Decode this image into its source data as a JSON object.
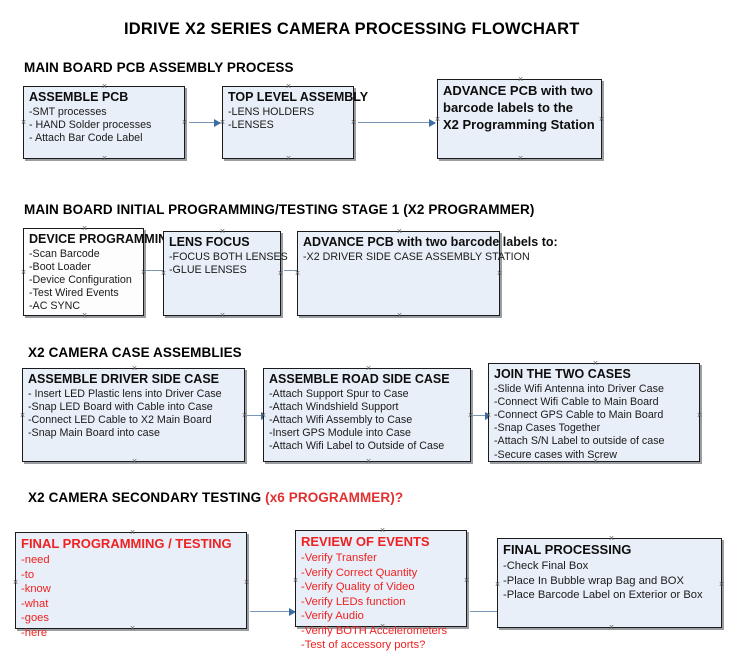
{
  "document": {
    "title": "IDRIVE X2  SERIES CAMERA PROCESSING FLOWCHART"
  },
  "sections": [
    {
      "id": "main-board-pcb-assembly",
      "title": "MAIN BOARD PCB ASSEMBLY PROCESS",
      "title_accent": "",
      "nodes": [
        {
          "id": "assemble-pcb",
          "header": "ASSEMBLE PCB",
          "lines": [
            "-SMT processes",
            "- HAND Solder processes",
            "- Attach Bar Code Label"
          ],
          "style": "fill"
        },
        {
          "id": "top-level-assembly",
          "header": "TOP LEVEL ASSEMBLY",
          "lines": [
            "-LENS HOLDERS",
            "-LENSES"
          ],
          "style": "fill"
        },
        {
          "id": "advance-pcb-to-x2-programming-station",
          "header": "ADVANCE PCB with two",
          "lines": [
            "barcode labels to the",
            " X2 Programming Station"
          ],
          "style": "fill"
        }
      ]
    },
    {
      "id": "main-board-initial-programming",
      "title": "MAIN BOARD INITIAL PROGRAMMING/TESTING STAGE 1 (X2 PROGRAMMER)",
      "title_accent": "",
      "nodes": [
        {
          "id": "device-programming",
          "header": "DEVICE PROGRAMMING",
          "lines": [
            "-Scan Barcode",
            "-Boot Loader",
            "-Device Configuration",
            "-Test Wired Events",
            "-AC SYNC"
          ],
          "style": "plain"
        },
        {
          "id": "lens-focus",
          "header": "LENS FOCUS",
          "lines": [
            "-FOCUS BOTH LENSES",
            "-GLUE LENSES"
          ],
          "style": "fill"
        },
        {
          "id": "advance-pcb-to-driver-side-case",
          "header": "ADVANCE PCB with two barcode labels to:",
          "lines": [
            "-X2 DRIVER  SIDE  CASE  ASSEMBLY STATION"
          ],
          "style": "fill"
        }
      ]
    },
    {
      "id": "x2-camera-case-assemblies",
      "title": "X2 CAMERA CASE ASSEMBLIES",
      "title_accent": "",
      "nodes": [
        {
          "id": "assemble-driver-side-case",
          "header": "ASSEMBLE DRIVER SIDE CASE",
          "lines": [
            "- Insert LED Plastic lens into Driver Case",
            "-Snap LED Board with Cable into Case",
            "-Connect LED Cable to X2 Main Board",
            "-Snap Main Board into case"
          ],
          "style": "fill"
        },
        {
          "id": "assemble-road-side-case",
          "header": "ASSEMBLE ROAD SIDE CASE",
          "lines": [
            "-Attach Support Spur to Case",
            "-Attach Windshield Support",
            "-Attach Wifi Assembly to Case",
            "-Insert GPS Module into Case",
            "-Attach Wifi Label to Outside of Case"
          ],
          "style": "fill"
        },
        {
          "id": "join-the-two-cases",
          "header": "JOIN THE TWO CASES",
          "lines": [
            "-Slide Wifi Antenna into Driver Case",
            "-Connect Wifi Cable to Main Board",
            "-Connect GPS Cable to Main Board",
            "-Snap Cases Together",
            "-Attach S/N Label to outside of case",
            "-Secure cases with Screw"
          ],
          "style": "fill"
        }
      ]
    },
    {
      "id": "x2-camera-secondary-testing",
      "title": "X2 CAMERA SECONDARY TESTING ",
      "title_accent": "(x6 PROGRAMMER)?",
      "nodes": [
        {
          "id": "final-programming-testing",
          "header": "FINAL PROGRAMMING / TESTING",
          "lines": [
            "-need",
            "-to",
            "-know",
            "-what",
            "-goes",
            "-here"
          ],
          "style": "red"
        },
        {
          "id": "review-of-events",
          "header": "REVIEW OF EVENTS",
          "lines": [
            "-Verify Transfer",
            "-Verify Correct Quantity",
            "-Verify Quality of Video",
            "-Verify LEDs function",
            "-Verify Audio",
            "-Verify BOTH Accelerometers",
            "-Test of accessory ports?"
          ],
          "style": "red"
        },
        {
          "id": "final-processing",
          "header": "FINAL PROCESSING",
          "lines": [
            " -Check Final Box",
            "-Place In Bubble wrap Bag and BOX",
            "-Place Barcode Label on Exterior or Box"
          ],
          "style": "fill"
        }
      ]
    }
  ],
  "colors": {
    "node_fill": "#e9eff8",
    "node_border": "#1b1b1b",
    "connector": "#7b95b4",
    "arrow_head": "#3a6ea5",
    "accent_red": "#ee2222",
    "text": "#111111"
  }
}
